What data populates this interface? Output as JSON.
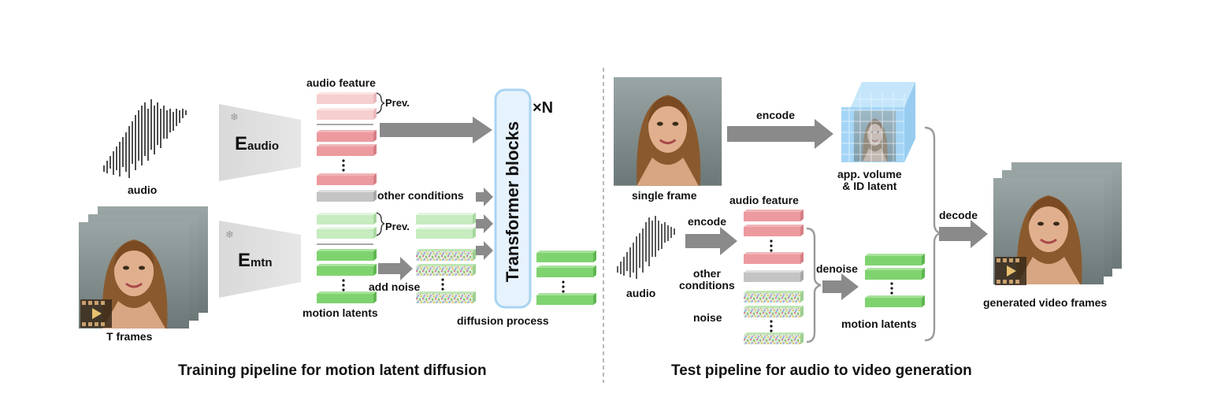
{
  "training": {
    "caption": "Training pipeline for motion latent diffusion",
    "audio_label": "audio",
    "frames_label": "T frames",
    "audio_encoder": {
      "main": "E",
      "sub": "audio"
    },
    "motion_encoder": {
      "main": "E",
      "sub": "mtn"
    },
    "audio_feature_label": "audio feature",
    "prev_label_1": "Prev.",
    "prev_label_2": "Prev.",
    "other_conditions_label": "other conditions",
    "motion_latents_label": "motion latents",
    "add_noise_label": "add noise",
    "diffusion_process_label": "diffusion process",
    "transformer_label": "Transformer blocks",
    "repeat_label": "×N"
  },
  "test": {
    "caption": "Test pipeline for audio to video generation",
    "single_frame_label": "single frame",
    "encode_label_1": "encode",
    "app_volume_label": "app. volume\n& ID latent",
    "audio_label": "audio",
    "encode_label_2": "encode",
    "audio_feature_label": "audio feature",
    "other_conditions_label": "other\nconditions",
    "noise_label": "noise",
    "denoise_label": "denoise",
    "motion_latents_label": "motion latents",
    "decode_label": "decode",
    "generated_label": "generated video frames"
  },
  "colors": {
    "audio_feature": "#ec9a9f",
    "audio_feature_light": "#f6cfd1",
    "motion_latent": "#7fd36f",
    "motion_latent_light": "#c6ecc0",
    "condition_gray": "#c4c4c4",
    "arrow_gray": "#8a8a8a",
    "transformer_fill": "#e6f2fc",
    "transformer_border": "#a9d4f2",
    "volume_blue": "#9fd3f5"
  }
}
